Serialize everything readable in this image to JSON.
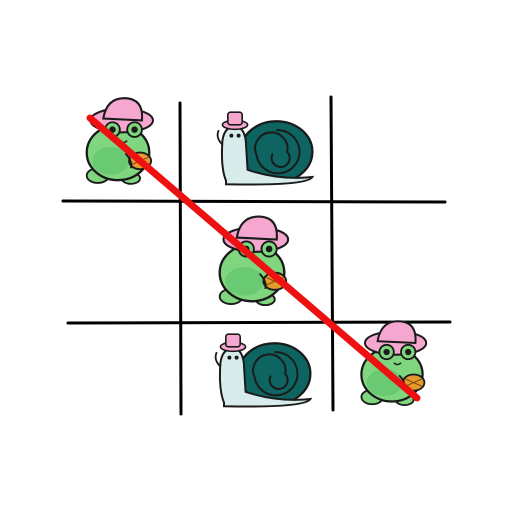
{
  "game": {
    "type": "tic-tac-toe",
    "board": [
      [
        "frog",
        "snail",
        ""
      ],
      [
        "",
        "frog",
        ""
      ],
      [
        "",
        "snail",
        "frog"
      ]
    ],
    "winner": "frog",
    "winning_line": "diagonal-top-left-to-bottom-right"
  },
  "pieces": {
    "frog": {
      "icon": "frog-with-pink-hat-icon",
      "body_color": "#7fd67f",
      "belly_color": "#5cbf6a",
      "hat_color": "#f5a7cf",
      "basket_color": "#e59b2c"
    },
    "snail": {
      "icon": "snail-with-pink-hat-icon",
      "body_color": "#d8ecec",
      "shell_color": "#0d6461",
      "hat_color": "#f5a7cf"
    }
  },
  "colors": {
    "grid_line": "#000000",
    "win_line": "#ee1111",
    "background": "#ffffff"
  }
}
